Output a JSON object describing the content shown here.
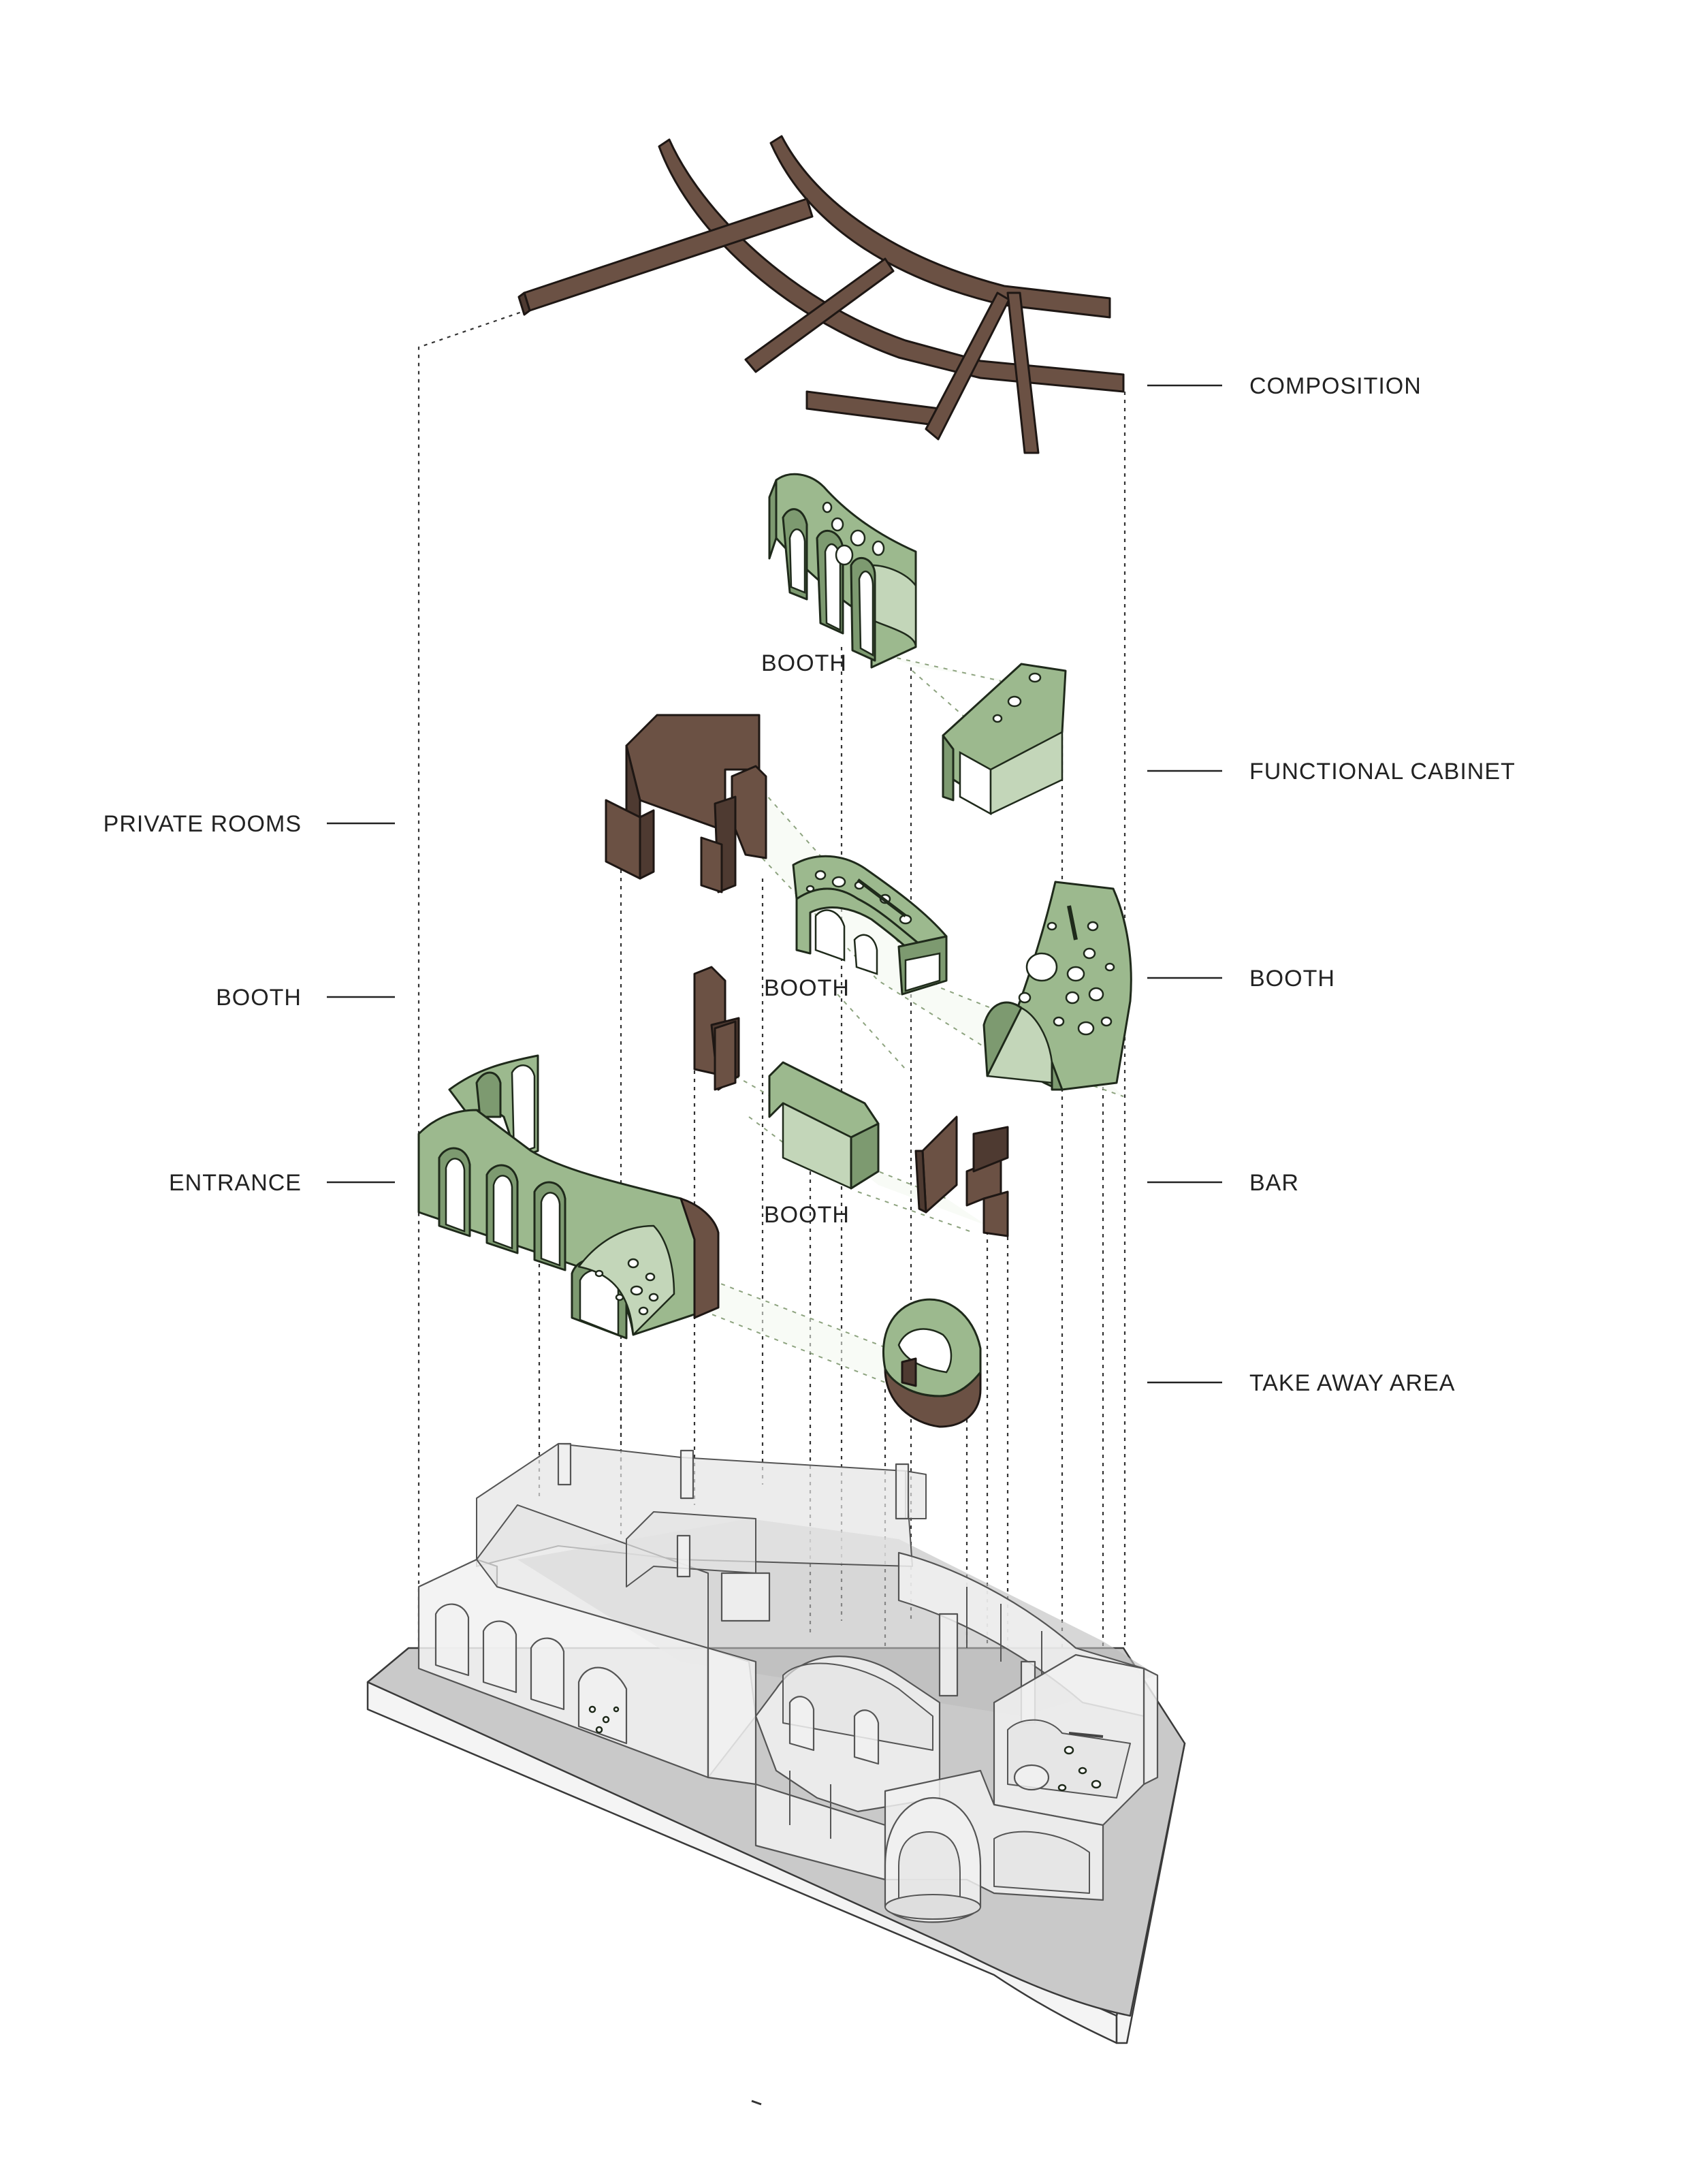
{
  "labels": {
    "composition": "COMPOSITION",
    "functional_cabinet": "FUNCTIONAL CABINET",
    "private_rooms": "PRIVATE ROOMS",
    "booth_left": "BOOTH",
    "booth_right": "BOOTH",
    "entrance": "ENTRANCE",
    "bar": "BAR",
    "take_away_area": "TAKE AWAY AREA",
    "booth_top": "BOOTH",
    "booth_middle": "BOOTH",
    "booth_lower": "BOOTH"
  },
  "colors": {
    "wood": "#6b5144",
    "green": "#9cb98e",
    "floor": "#c9c9c9",
    "glass": "#f1f1f1"
  }
}
